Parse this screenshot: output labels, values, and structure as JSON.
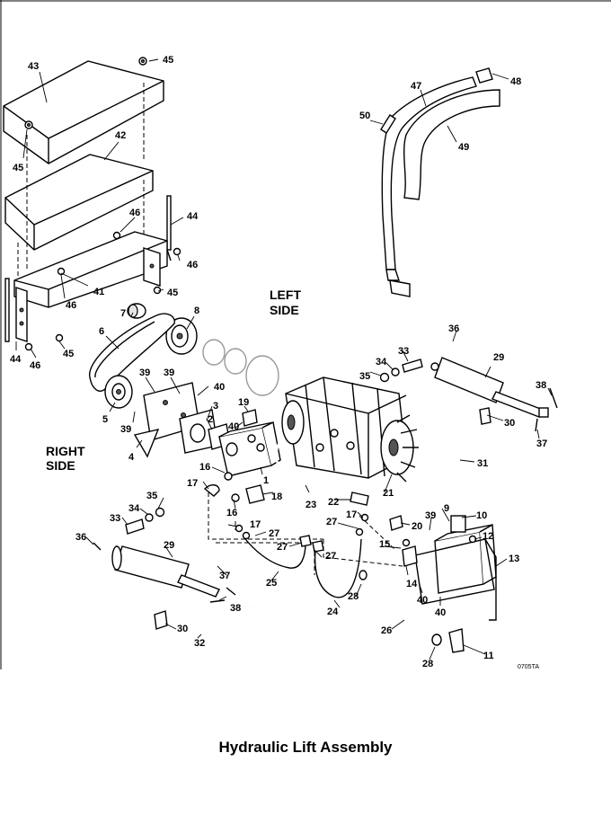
{
  "caption": "Hydraulic Lift Assembly",
  "drawing_code": "0705TA",
  "side_labels": {
    "left": [
      "LEFT",
      "SIDE"
    ],
    "right": [
      "RIGHT",
      "SIDE"
    ]
  },
  "callouts": [
    {
      "id": "c43",
      "text": "43"
    },
    {
      "id": "c45a",
      "text": "45"
    },
    {
      "id": "c45b",
      "text": "45"
    },
    {
      "id": "c42",
      "text": "42"
    },
    {
      "id": "c46a",
      "text": "46"
    },
    {
      "id": "c44a",
      "text": "44"
    },
    {
      "id": "c46b",
      "text": "46"
    },
    {
      "id": "c41",
      "text": "41"
    },
    {
      "id": "c45c",
      "text": "45"
    },
    {
      "id": "c46c",
      "text": "46"
    },
    {
      "id": "c44b",
      "text": "44"
    },
    {
      "id": "c46d",
      "text": "46"
    },
    {
      "id": "c45d",
      "text": "45"
    },
    {
      "id": "c7",
      "text": "7"
    },
    {
      "id": "c8",
      "text": "8"
    },
    {
      "id": "c6",
      "text": "6"
    },
    {
      "id": "c39a",
      "text": "39"
    },
    {
      "id": "c39b",
      "text": "39"
    },
    {
      "id": "c40a",
      "text": "40"
    },
    {
      "id": "c3",
      "text": "3"
    },
    {
      "id": "c2",
      "text": "2"
    },
    {
      "id": "c5",
      "text": "5"
    },
    {
      "id": "c39c",
      "text": "39"
    },
    {
      "id": "c4",
      "text": "4"
    },
    {
      "id": "c19",
      "text": "19"
    },
    {
      "id": "c40b",
      "text": "40"
    },
    {
      "id": "c16a",
      "text": "16"
    },
    {
      "id": "c1",
      "text": "1"
    },
    {
      "id": "c17a",
      "text": "17"
    },
    {
      "id": "c16b",
      "text": "16"
    },
    {
      "id": "c18",
      "text": "18"
    },
    {
      "id": "c23",
      "text": "23"
    },
    {
      "id": "c47",
      "text": "47"
    },
    {
      "id": "c48",
      "text": "48"
    },
    {
      "id": "c50",
      "text": "50"
    },
    {
      "id": "c49",
      "text": "49"
    },
    {
      "id": "c36a",
      "text": "36"
    },
    {
      "id": "c33a",
      "text": "33"
    },
    {
      "id": "c34a",
      "text": "34"
    },
    {
      "id": "c35a",
      "text": "35"
    },
    {
      "id": "c29a",
      "text": "29"
    },
    {
      "id": "c38a",
      "text": "38"
    },
    {
      "id": "c30a",
      "text": "30"
    },
    {
      "id": "c37a",
      "text": "37"
    },
    {
      "id": "c31",
      "text": "31"
    },
    {
      "id": "c21",
      "text": "21"
    },
    {
      "id": "c22",
      "text": "22"
    },
    {
      "id": "c27a",
      "text": "27"
    },
    {
      "id": "c17b",
      "text": "17"
    },
    {
      "id": "c20",
      "text": "20"
    },
    {
      "id": "c39d",
      "text": "39"
    },
    {
      "id": "c9",
      "text": "9"
    },
    {
      "id": "c10",
      "text": "10"
    },
    {
      "id": "c12",
      "text": "12"
    },
    {
      "id": "c15",
      "text": "15"
    },
    {
      "id": "c14",
      "text": "14"
    },
    {
      "id": "c40c",
      "text": "40"
    },
    {
      "id": "c13",
      "text": "13"
    },
    {
      "id": "c40d",
      "text": "40"
    },
    {
      "id": "c35b",
      "text": "35"
    },
    {
      "id": "c34b",
      "text": "34"
    },
    {
      "id": "c33b",
      "text": "33"
    },
    {
      "id": "c36b",
      "text": "36"
    },
    {
      "id": "c29b",
      "text": "29"
    },
    {
      "id": "c17c",
      "text": "17"
    },
    {
      "id": "c27b",
      "text": "27"
    },
    {
      "id": "c27c",
      "text": "27"
    },
    {
      "id": "c27d",
      "text": "27"
    },
    {
      "id": "c25",
      "text": "25"
    },
    {
      "id": "c28a",
      "text": "28"
    },
    {
      "id": "c24",
      "text": "24"
    },
    {
      "id": "c26",
      "text": "26"
    },
    {
      "id": "c37b",
      "text": "37"
    },
    {
      "id": "c38b",
      "text": "38"
    },
    {
      "id": "c30b",
      "text": "30"
    },
    {
      "id": "c32",
      "text": "32"
    },
    {
      "id": "c11",
      "text": "11"
    },
    {
      "id": "c28b",
      "text": "28"
    }
  ]
}
